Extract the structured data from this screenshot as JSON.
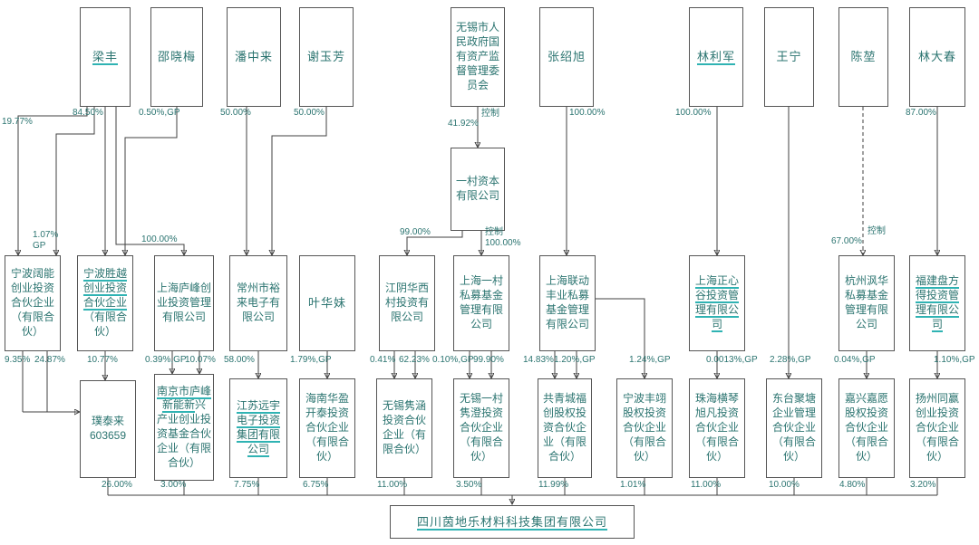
{
  "colors": {
    "text": "#2b7470",
    "underline": "#2fb3b3",
    "line": "#404040",
    "border": "#555555",
    "background": "#ffffff"
  },
  "nodes": {
    "liang_feng": {
      "u": "梁丰",
      "t": ""
    },
    "shao_xiaomei": {
      "u": "",
      "t": "邵晓梅"
    },
    "pan_zhonglai": {
      "u": "",
      "t": "潘中来"
    },
    "xie_yufang": {
      "u": "",
      "t": "谢玉芳"
    },
    "wuxi_sasac": {
      "u": "",
      "t": "无锡市人民政府国有资产监督管理委员会"
    },
    "zhang_shaoxu": {
      "u": "",
      "t": "张绍旭"
    },
    "lin_lijun": {
      "u": "林利军",
      "t": ""
    },
    "wang_ning": {
      "u": "",
      "t": "王宁"
    },
    "chen_kun": {
      "u": "",
      "t": "陈堃"
    },
    "lin_dachun": {
      "u": "",
      "t": "林大春"
    },
    "yicun_capital": {
      "u": "",
      "t": "一村资本有限公司"
    },
    "ningbo_kuoneng": {
      "u": "",
      "t": "宁波阔能创业投资合伙企业（有限合伙）"
    },
    "ningbo_shengyue": {
      "u": "宁波胜越创业投资合伙企业",
      "t": "（有限合伙）"
    },
    "shanghai_lufeng": {
      "u": "",
      "t": "上海庐峰创业投资管理有限公司"
    },
    "changzhou_yulai": {
      "u": "",
      "t": "常州市裕来电子有限公司"
    },
    "ye_huamei": {
      "u": "",
      "t": "叶华妹"
    },
    "jiangyin_huaxicun": {
      "u": "",
      "t": "江阴华西村投资有限公司"
    },
    "shanghai_yicun_pe": {
      "u": "",
      "t": "上海一村私募基金管理有限公司"
    },
    "shanghai_liandong": {
      "u": "",
      "t": "上海联动丰业私募基金管理有限公司"
    },
    "shanghai_zhengxingu": {
      "u": "上海正心谷投资管理有限公司",
      "t": ""
    },
    "hangzhou_fenghua": {
      "u": "",
      "t": "杭州沨华私募基金管理有限公司"
    },
    "fujian_panfang": {
      "u": "福建盘方得投资管理有限公司",
      "t": ""
    },
    "putailai": {
      "u": "",
      "t": "璞泰来\n603659"
    },
    "nanjing_lufeng": {
      "u": "南京市庐峰新能新",
      "t": "兴产业创业投资基金合伙企业（有限合伙）"
    },
    "jiangsu_yuanyu": {
      "u": "江苏远宇电子投资集团有限公司",
      "t": ""
    },
    "hainan_huaying": {
      "u": "",
      "t": "海南华盈开泰投资合伙企业（有限合伙）"
    },
    "wuxi_junhan": {
      "u": "",
      "t": "无锡隽涵投资合伙企业（有限合伙）"
    },
    "wuxi_yicun_juncheng": {
      "u": "",
      "t": "无锡一村隽澄投资合伙企业（有限合伙）"
    },
    "gongqingcheng_fuchuang": {
      "u": "",
      "t": "共青城福创股权投资合伙企业（有限合伙）"
    },
    "ningbo_fengyi": {
      "u": "",
      "t": "宁波丰翊股权投资合伙企业（有限合伙）"
    },
    "zhuhai_hengqin": {
      "u": "",
      "t": "珠海横琴旭凡投资合伙企业（有限合伙）"
    },
    "dongtai_jutang": {
      "u": "",
      "t": "东台聚塘企业管理合伙企业（有限合伙）"
    },
    "jiaxing_jiayuan": {
      "u": "",
      "t": "嘉兴嘉愿股权投资合伙企业（有限合伙）"
    },
    "yangzhou_tongying": {
      "u": "",
      "t": "扬州同赢创业投资合伙企业（有限合伙）"
    },
    "company": {
      "u": "四川茵地乐材料科技集团有限公司",
      "t": ""
    }
  },
  "labels": [
    "19.77%",
    "84.50%",
    "0.50%,GP",
    "50.00%",
    "50.00%",
    "控制",
    "41.92%",
    "100.00%",
    "100.00%",
    "87.00%",
    "1.07%\nGP",
    "100.00%",
    "99.00%",
    "控制",
    "100.00%",
    "控制",
    "67.00%",
    "9.35%",
    "24.87%",
    "10.77%",
    "0.39%,GP",
    "10.07%",
    "58.00%",
    "1.79%,GP",
    "0.41%",
    "62.23%",
    "0.10%,GP",
    "99.90%",
    "14.83%",
    "1.20%,GP",
    "1.24%,GP",
    "0.0013%,GP",
    "2.28%,GP",
    "0.04%,GP",
    "1.10%,GP",
    "26.00%",
    "3.00%",
    "7.75%",
    "6.75%",
    "11.00%",
    "3.50%",
    "11.99%",
    "1.01%",
    "11.00%",
    "10.00%",
    "4.80%",
    "3.20%"
  ]
}
